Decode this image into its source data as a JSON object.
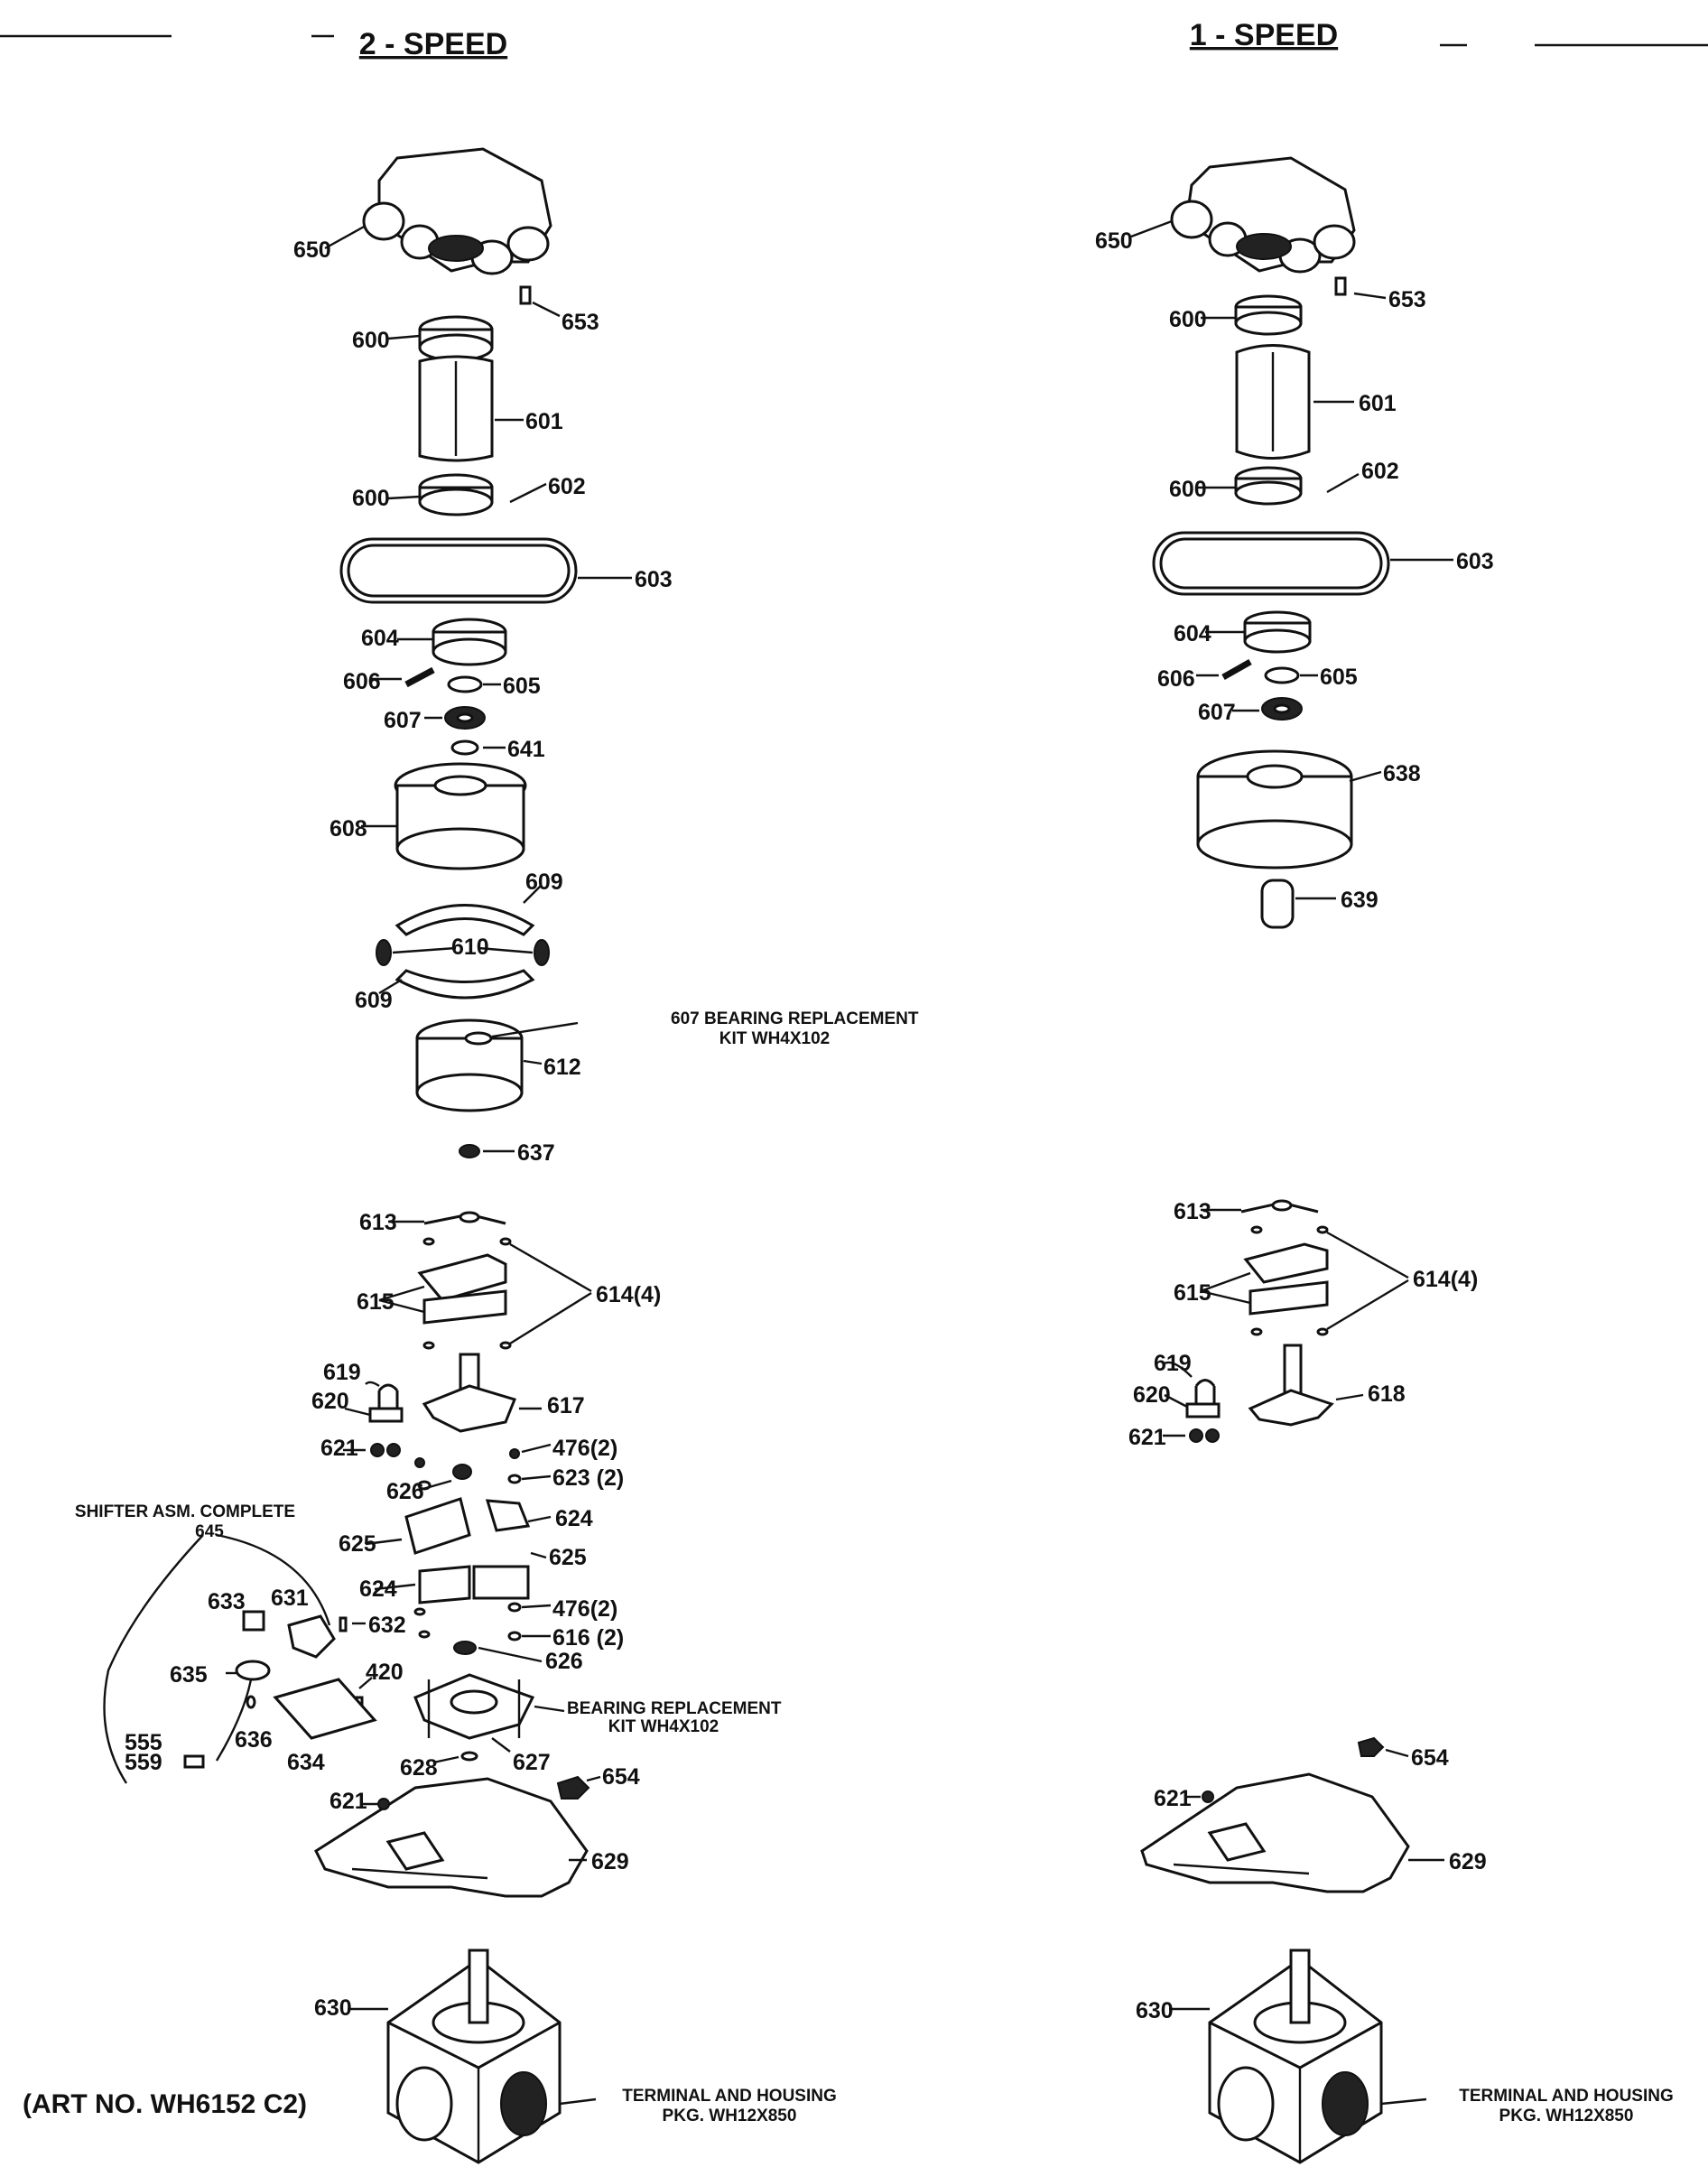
{
  "headers": {
    "two_speed": "2 - SPEED",
    "one_speed": "1 - SPEED"
  },
  "art_number": "(ART NO. WH6152 C2)",
  "shifter": {
    "title": "SHIFTER ASM. COMPLETE",
    "number": "645"
  },
  "captions": {
    "bearing_kit_607_line1": "607 BEARING REPLACEMENT",
    "bearing_kit_607_line2": "KIT WH4X102",
    "bearing_kit_627_line1": "BEARING REPLACEMENT",
    "bearing_kit_627_line2": "KIT WH4X102",
    "terminal_line1": "TERMINAL AND HOUSING",
    "terminal_line2": "PKG. WH12X850"
  },
  "left_callouts": [
    "650",
    "653",
    "600",
    "601",
    "600",
    "602",
    "603",
    "604",
    "606",
    "605",
    "607",
    "641",
    "608",
    "609",
    "610",
    "609",
    "612",
    "637",
    "613",
    "614(4)",
    "615",
    "619",
    "620",
    "617",
    "621",
    "476(2)",
    "626",
    "623 (2)",
    "625",
    "624",
    "624",
    "625",
    "476(2)",
    "632",
    "616 (2)",
    "626",
    "420",
    "628",
    "627",
    "654",
    "621",
    "629",
    "630",
    "633",
    "631",
    "635",
    "636",
    "634",
    "555",
    "559"
  ],
  "right_callouts": [
    "650",
    "653",
    "600",
    "601",
    "600",
    "602",
    "603",
    "604",
    "606",
    "605",
    "607",
    "638",
    "639",
    "613",
    "614(4)",
    "615",
    "619",
    "620",
    "618",
    "621",
    "654",
    "621",
    "629",
    "630"
  ]
}
